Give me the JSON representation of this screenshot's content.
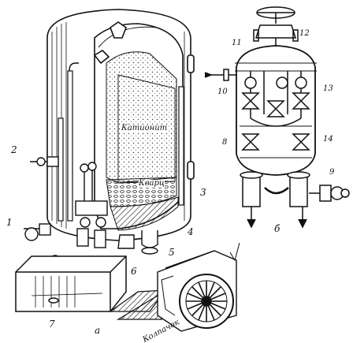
{
  "diagram": {
    "label_a": "а",
    "label_b": "б",
    "callouts_a": [
      "1",
      "2",
      "3",
      "4",
      "5",
      "6",
      "7"
    ],
    "callouts_b": [
      "8",
      "9",
      "10",
      "11",
      "12",
      "13",
      "14"
    ],
    "layer_upper": "Катионит",
    "layer_lower": "Кварц",
    "cap_caption": "Колпачок"
  }
}
